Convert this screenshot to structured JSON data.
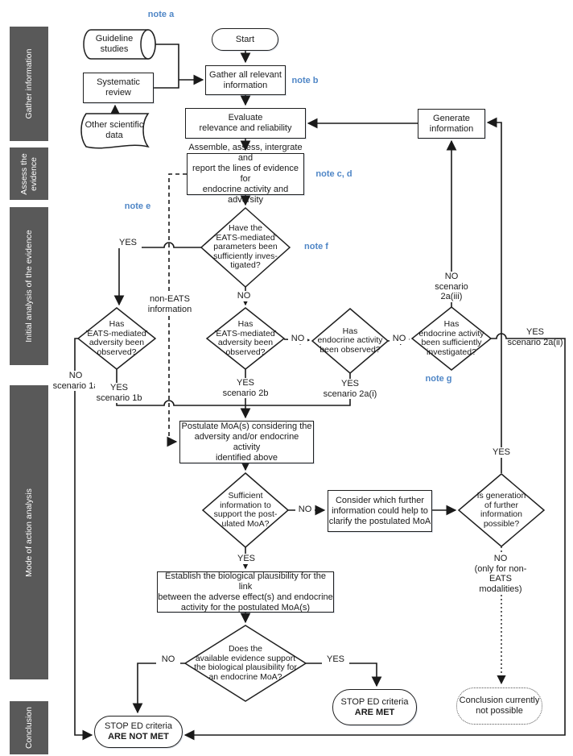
{
  "palette": {
    "note_blue": "#4f86c6",
    "sidebar_gray": "#595959",
    "line": "#1a1a1a"
  },
  "sidebar": [
    {
      "label": "Gather information"
    },
    {
      "label": "Assess the\nevidence"
    },
    {
      "label": "Initial analysis of the evidence"
    },
    {
      "label": "Mode of action analysis"
    },
    {
      "label": "Conclusion"
    }
  ],
  "notes": {
    "a": "note a",
    "b": "note b",
    "cd": "note c, d",
    "e": "note e",
    "f": "note f",
    "g": "note g"
  },
  "sources": {
    "guideline": "Guideline\nstudies",
    "systematic": "Systematic\nreview",
    "other": "Other scientific\ndata"
  },
  "nodes": {
    "start": "Start",
    "gather": "Gather all relevant\ninformation",
    "evaluate": "Evaluate\nrelevance and reliability",
    "generate": "Generate\ninformation",
    "assemble": "Assemble, assess, intergrate and\nreport the lines of evidence for\nendocrine activity and adversity",
    "d_eats_params": "Have the\n'EATS-mediated'\nparameters been\nsufficiently inves-\ntigated?",
    "d_adv_left": "Has\n'EATS-mediated'\nadversity been\nobserved?",
    "d_adv_mid": "Has\n'EATS-mediated'\nadversity been\nobserved?",
    "d_activity": "Has\nendocrine activity\nbeen observed?",
    "d_activity_inv": "Has\nendocrine activity\nbeen sufficiently\ninvestigated?",
    "postulate": "Postulate MoA(s) considering the\nadversity and/or endocrine activity\nidentified above",
    "d_sufficient": "Sufficient\ninformation to\nsupport the post-\nulated MoA?",
    "consider": "Consider which further\ninformation could help to\nclarify the postulated MoA",
    "d_generation": "Is generation\nof further\ninformation\npossible?",
    "establish": "Establish the biological plausibility for the link\nbetween the adverse effect(s) and endocrine\nactivity for the postulated MoA(s)",
    "d_plausibility": "Does the\navailable evidence support\nthe biological plausibility for\nan endocrine MoA?",
    "stop_met_l1": "STOP ED criteria",
    "stop_met_l2": "ARE MET",
    "stop_not_met_l1": "STOP ED criteria",
    "stop_not_met_l2": "ARE NOT MET",
    "conclusion_np": "Conclusion currently\nnot possible"
  },
  "edge_labels": {
    "yes_d1": "YES",
    "no_d1": "NO",
    "non_eats": "non-EATS\ninformation",
    "no_1a": "NO\nscenario 1a",
    "yes_1b": "YES\nscenario 1b",
    "yes_2b": "YES\nscenario 2b",
    "yes_2ai": "YES\nscenario 2a(i)",
    "no_2aiii": "NO\nscenario 2a(iii)",
    "yes_2aii": "YES\nscenario 2a(ii)",
    "no_d3_d4": "NO",
    "no_d4_d5": "NO",
    "no_d6": "NO",
    "yes_d6": "YES",
    "yes_d7": "YES",
    "no_d7": "NO\n(only for non-EATS\nmodalities)",
    "no_d8": "NO",
    "yes_d8": "YES"
  }
}
